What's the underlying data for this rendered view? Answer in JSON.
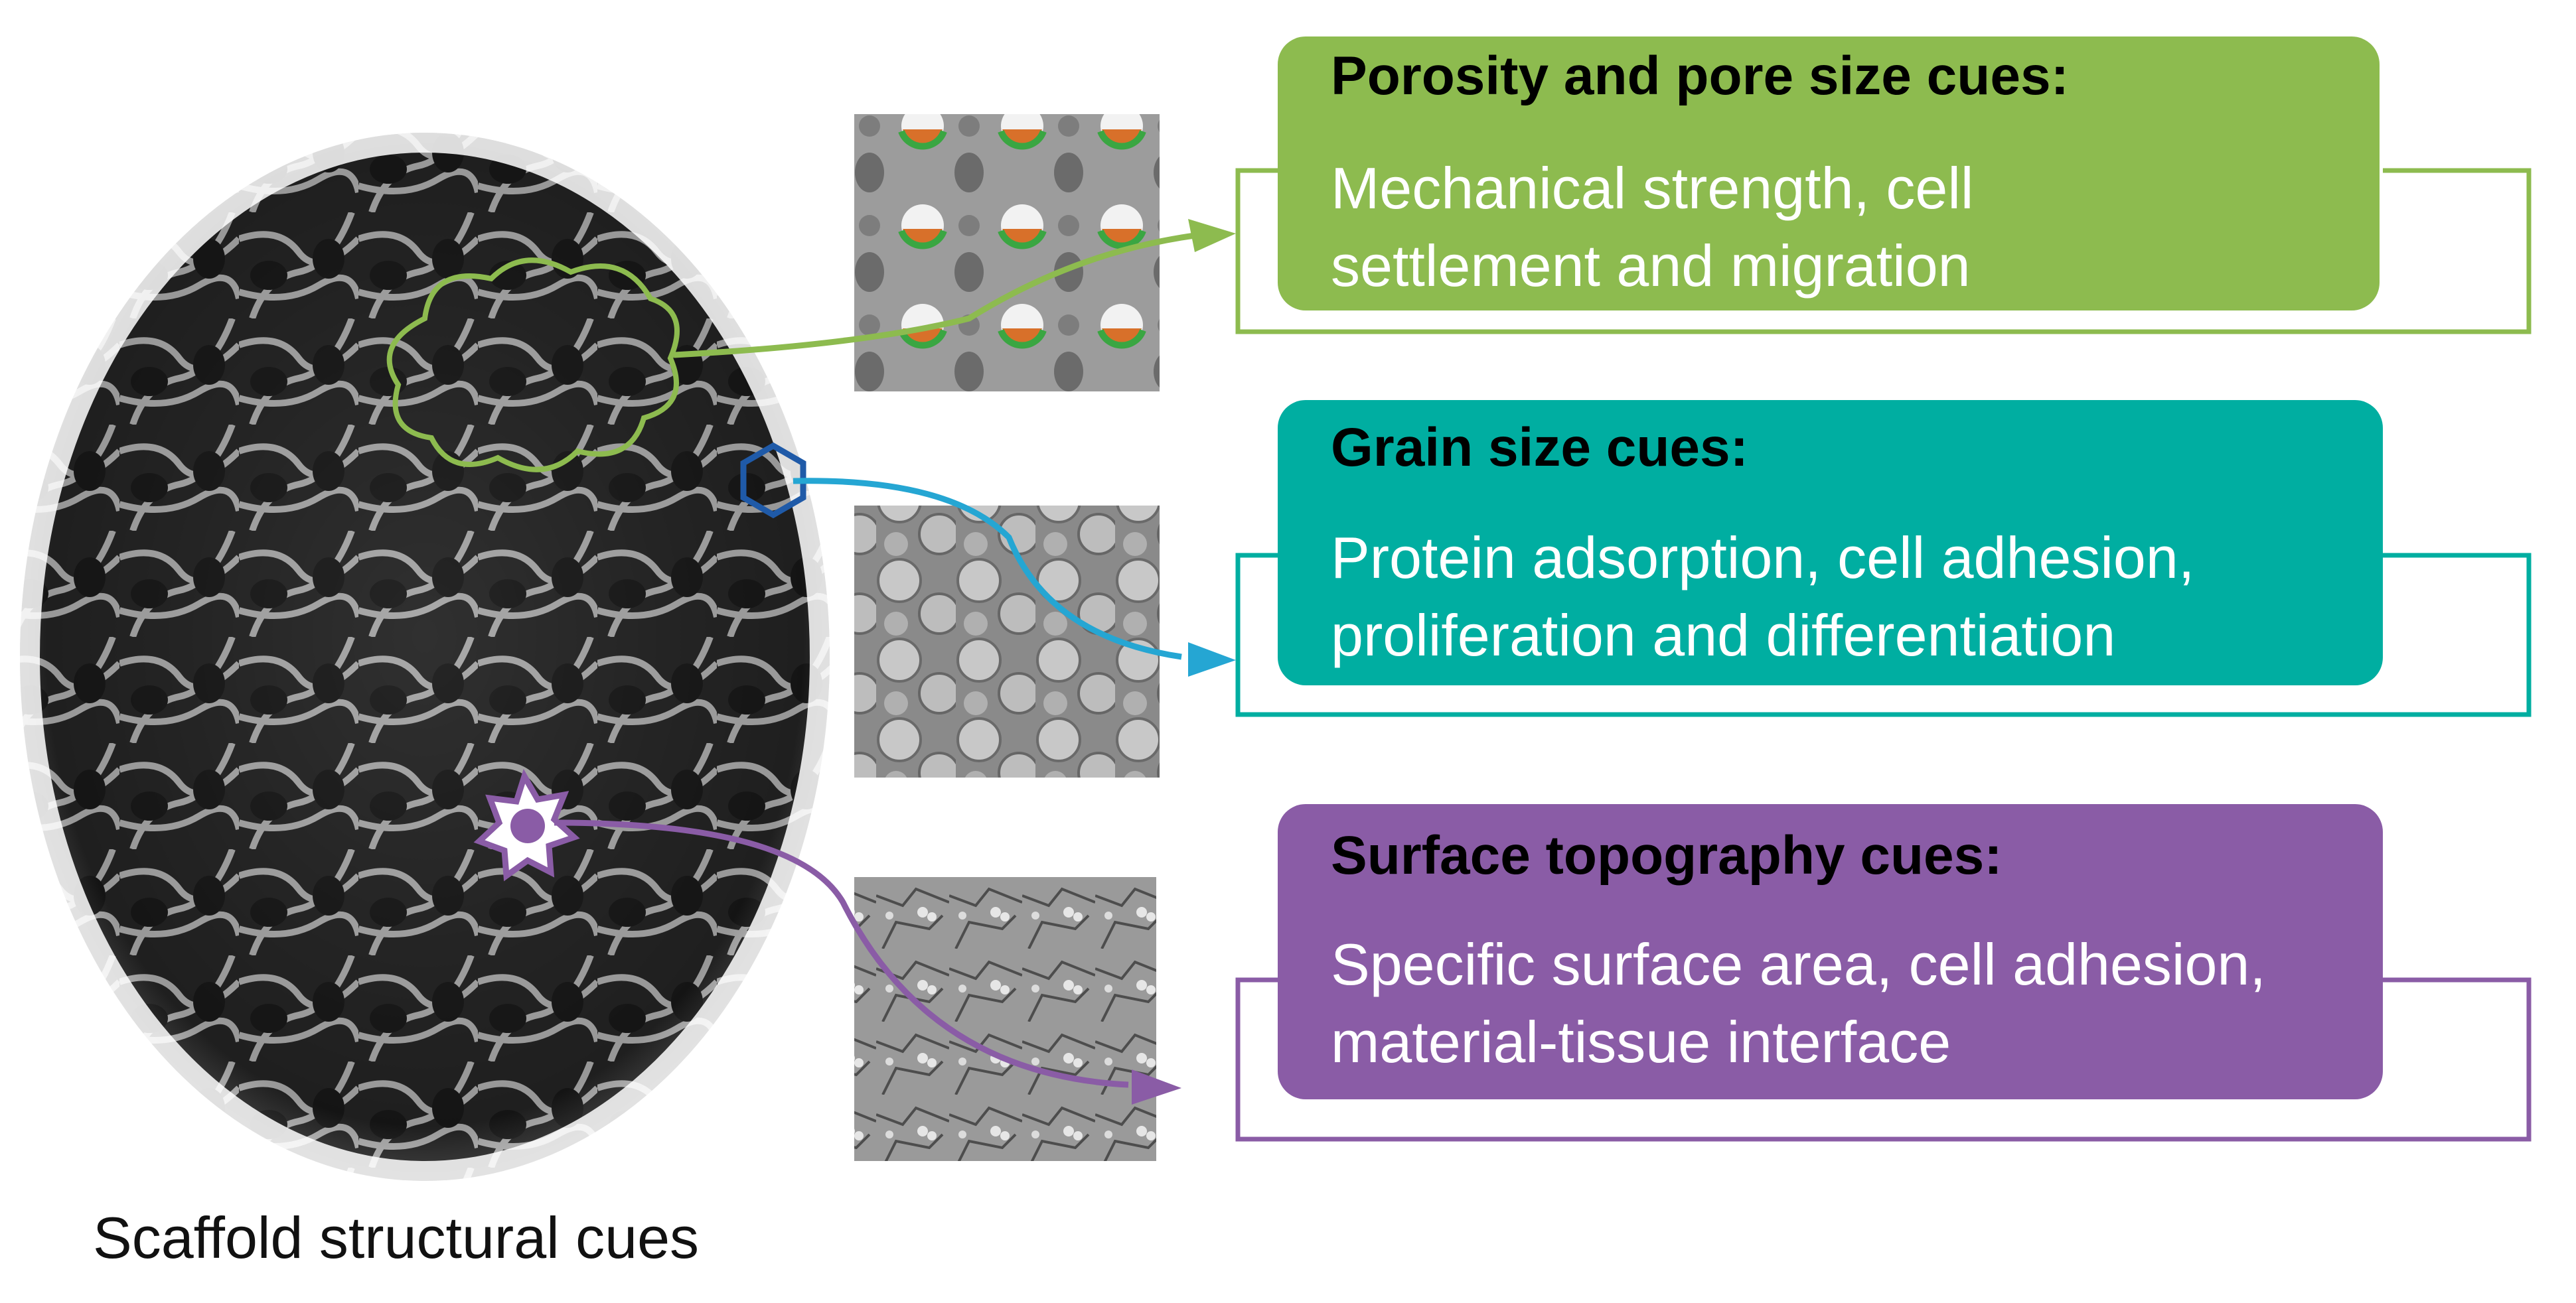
{
  "caption": "Scaffold structural cues",
  "colors": {
    "porosity": "#8dbb4f",
    "grain": "#00aea1",
    "topography": "#8a5ca6",
    "arrow_blue": "#25a6d3"
  },
  "cues": [
    {
      "id": "porosity",
      "title": "Porosity and pore size cues:",
      "description_lines": [
        "Mechanical strength, cell",
        "settlement and migration"
      ],
      "marker_icon": "cloud-outline-icon"
    },
    {
      "id": "grain",
      "title": "Grain size cues:",
      "description_lines": [
        "Protein adsorption, cell adhesion,",
        "proliferation and differentiation"
      ],
      "marker_icon": "hexagon-outline-icon"
    },
    {
      "id": "topography",
      "title": "Surface topography cues:",
      "description_lines": [
        "Specific surface area, cell adhesion,",
        "material-tissue interface"
      ],
      "marker_icon": "gear-star-icon"
    }
  ]
}
